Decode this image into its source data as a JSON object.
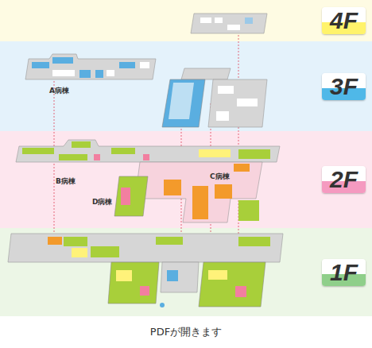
{
  "diagram": {
    "caption": "PDFが開きます",
    "nodes": [
      {
        "text": [
          "4F"
        ]
      },
      {
        "text": [
          "3F"
        ]
      },
      {
        "text": [
          "2F"
        ]
      },
      {
        "text": [
          "1F"
        ]
      }
    ],
    "labels": [
      "A病棟",
      "B病棟",
      "D病棟",
      "C病棟"
    ]
  }
}
